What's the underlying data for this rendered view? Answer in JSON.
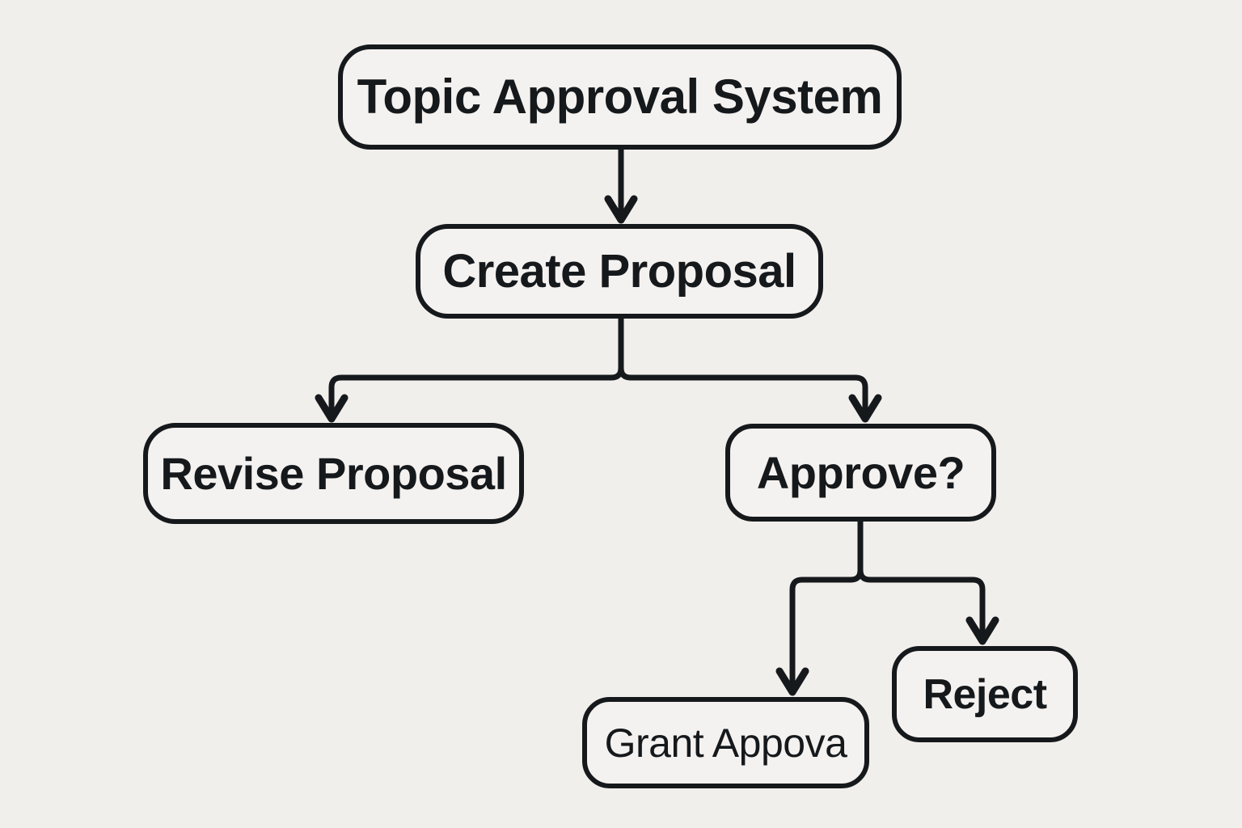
{
  "diagram": {
    "type": "flowchart",
    "title": "Topic Approval System",
    "orientation": "top-down",
    "background_color": "#f1efec",
    "node_fill_color": "#f4f2f0",
    "stroke_color": "#16191c",
    "nodes": [
      {
        "id": "root",
        "label": "Topic Approval System",
        "shape": "rounded-rectangle",
        "role": "title"
      },
      {
        "id": "create",
        "label": "Create Proposal",
        "shape": "rounded-rectangle",
        "role": "process"
      },
      {
        "id": "revise",
        "label": "Revise Proposal",
        "shape": "rounded-rectangle",
        "role": "process"
      },
      {
        "id": "approve",
        "label": "Approve?",
        "shape": "rounded-rectangle",
        "role": "decision"
      },
      {
        "id": "grant",
        "label": "Grant Appova",
        "shape": "rounded-rectangle",
        "role": "outcome"
      },
      {
        "id": "reject",
        "label": "Reject",
        "shape": "rounded-rectangle",
        "role": "outcome"
      }
    ],
    "edges": [
      {
        "from": "root",
        "to": "create",
        "style": "straight-arrow"
      },
      {
        "from": "create",
        "to": "revise",
        "style": "elbow-arrow"
      },
      {
        "from": "create",
        "to": "approve",
        "style": "elbow-arrow"
      },
      {
        "from": "approve",
        "to": "grant",
        "style": "elbow-arrow"
      },
      {
        "from": "approve",
        "to": "reject",
        "style": "elbow-arrow"
      }
    ]
  }
}
